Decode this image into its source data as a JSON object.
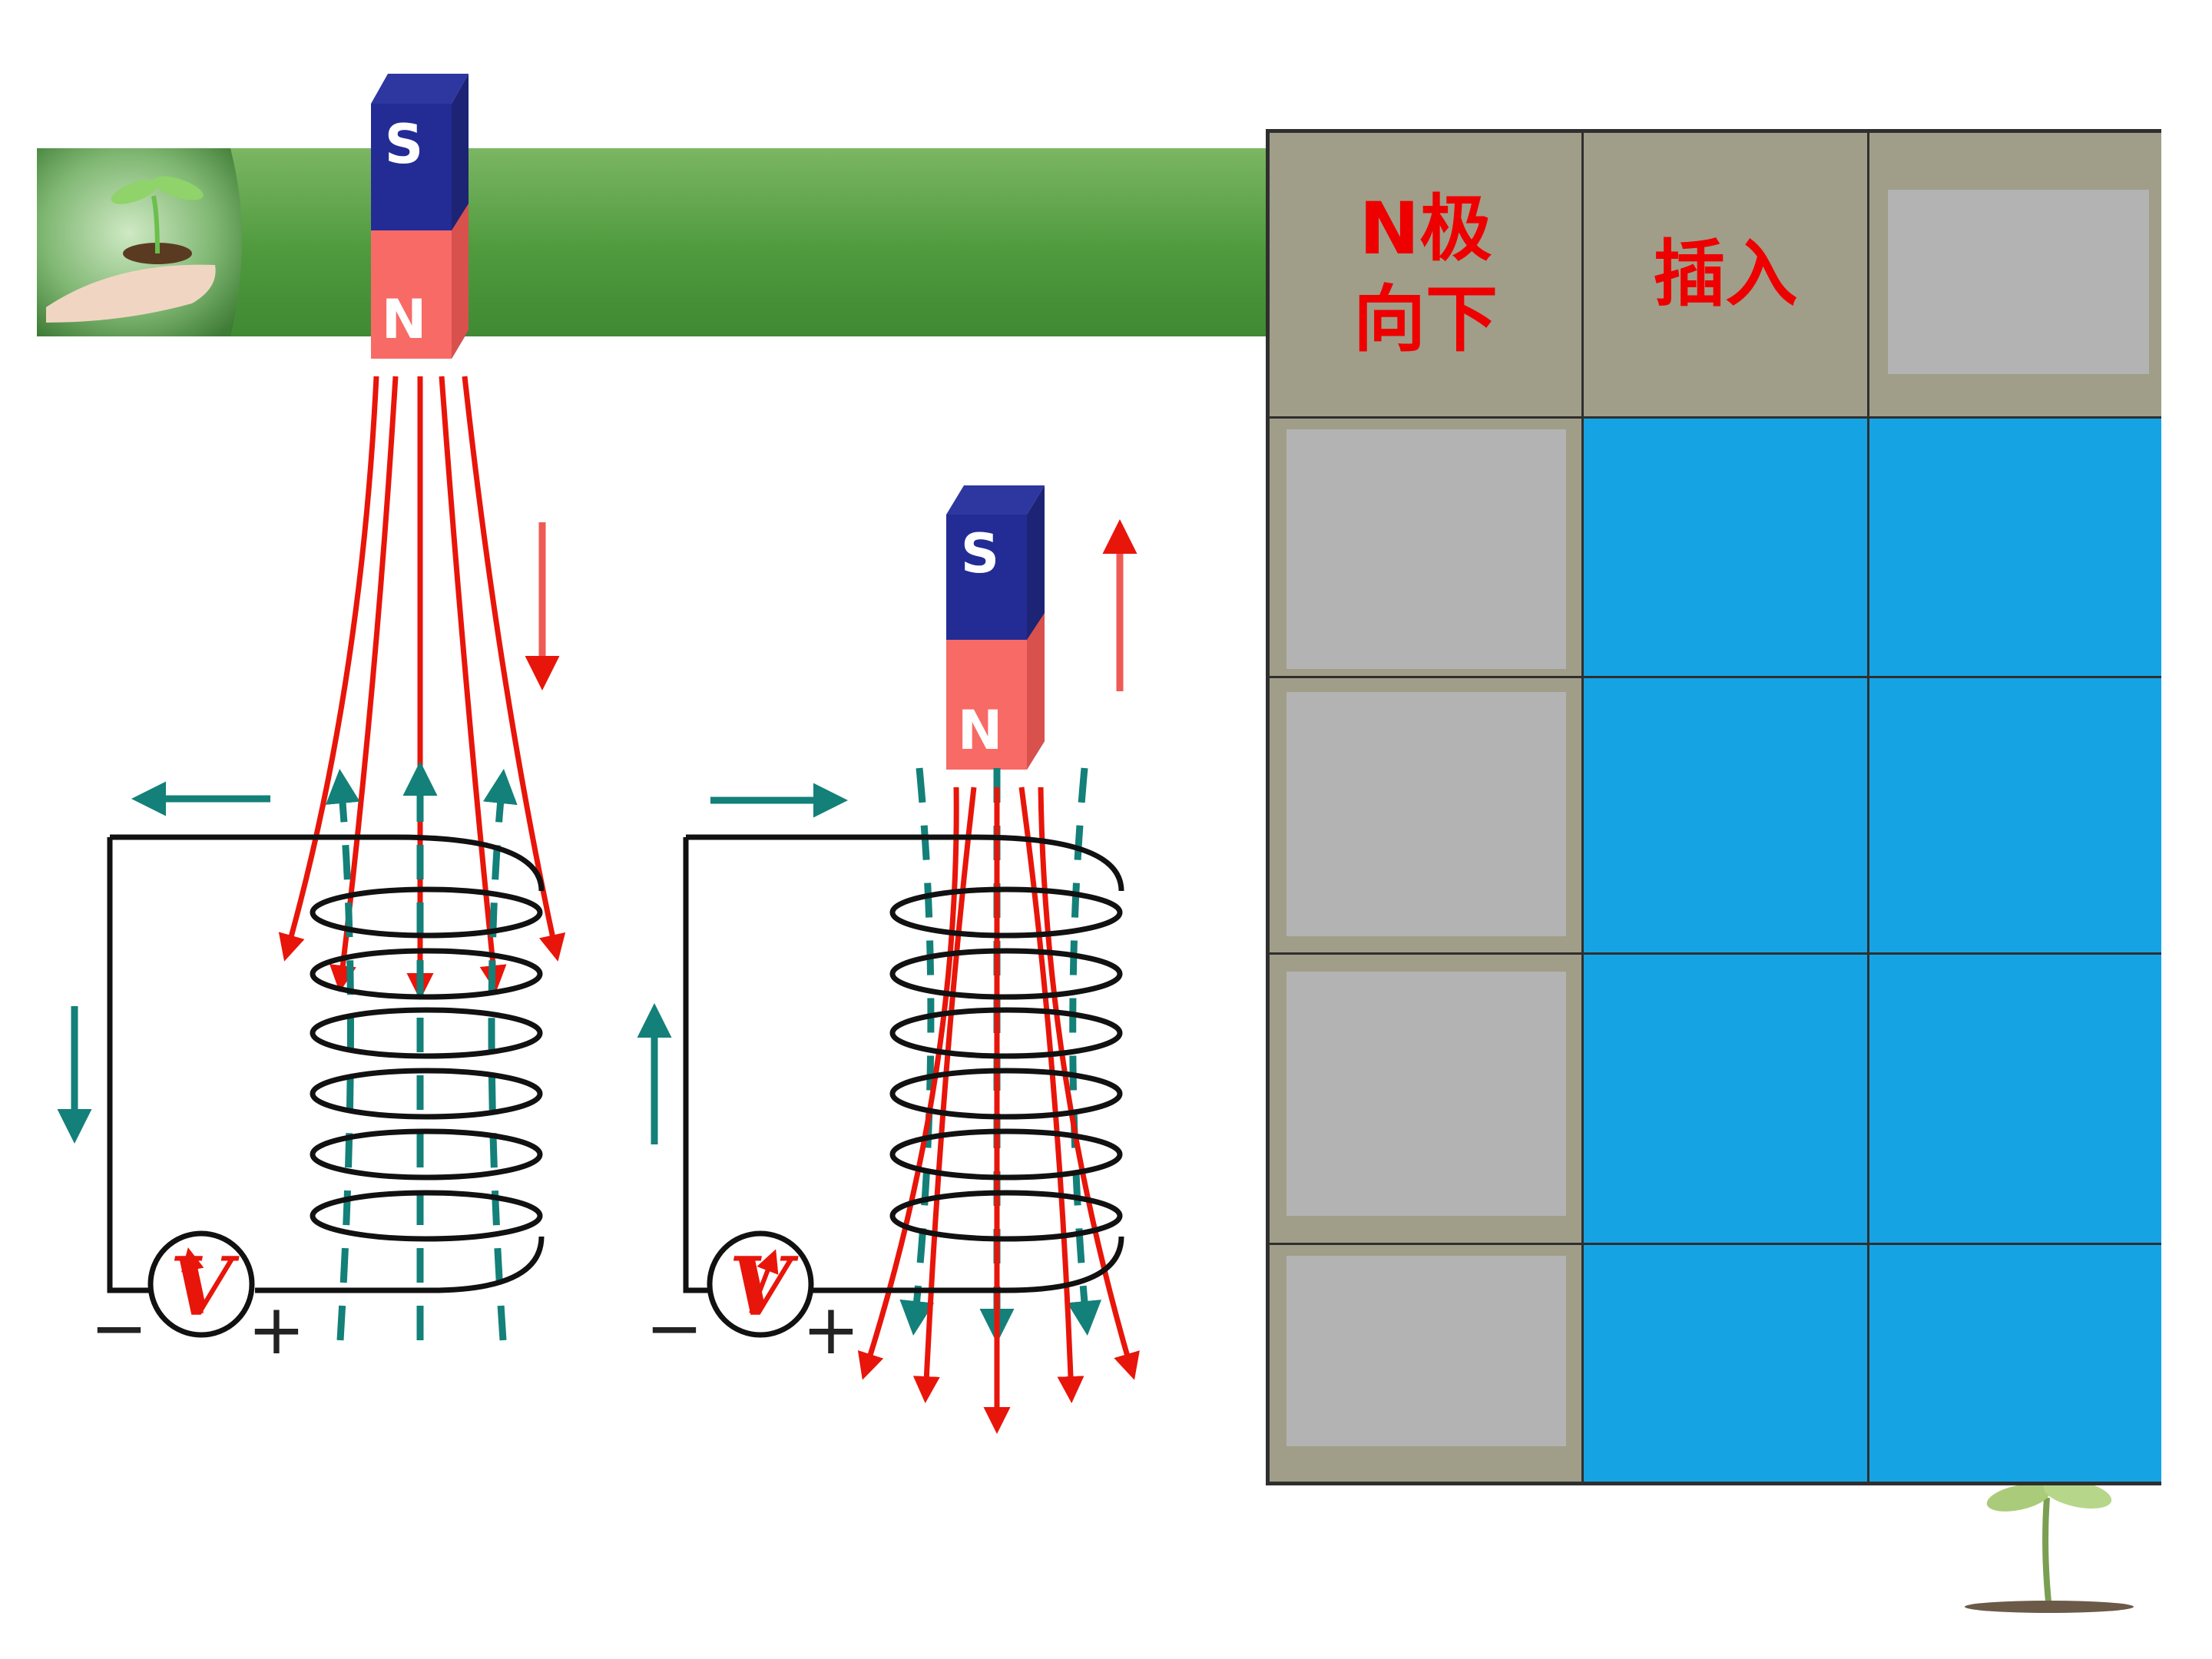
{
  "magnet_top": {
    "south_label": "S",
    "north_label": "N"
  },
  "magnet_right": {
    "south_label": "S",
    "north_label": "N"
  },
  "left_circuit": {
    "meter_label": "V",
    "minus_label": "−",
    "plus_label": "+"
  },
  "right_circuit": {
    "meter_label": "V",
    "minus_label": "−",
    "plus_label": "+"
  },
  "table": {
    "header": {
      "col1": "N极\n向下",
      "col2": "插入",
      "col3": ""
    },
    "rows": [
      {
        "c1": "",
        "c2": "",
        "c3": ""
      },
      {
        "c1": "",
        "c2": "",
        "c3": ""
      },
      {
        "c1": "",
        "c2": "",
        "c3": ""
      },
      {
        "c1": "",
        "c2": "",
        "c3": ""
      }
    ]
  },
  "colors": {
    "magnet_north": "#f86a66",
    "magnet_south": "#232c94",
    "field_line": "#e8150a",
    "induced_field": "#138079",
    "table_header": "#a09e88",
    "table_cell": "#16a3e4",
    "banner_green": "#58a043"
  }
}
